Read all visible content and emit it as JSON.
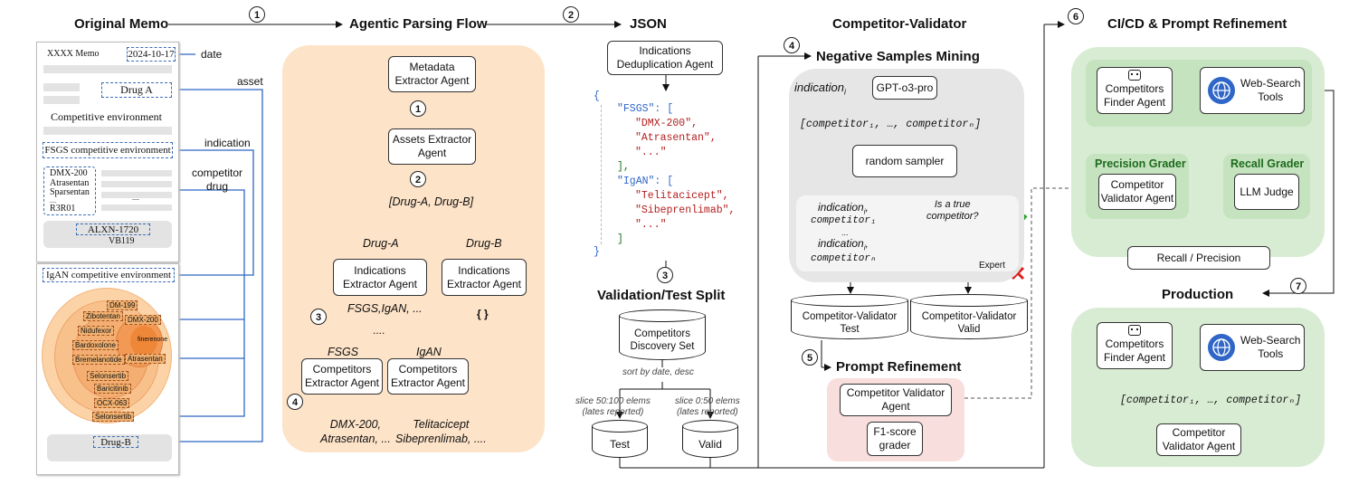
{
  "titles": {
    "original_memo": "Original Memo",
    "agentic_parsing": "Agentic Parsing Flow",
    "json": "JSON",
    "competitor_validator": "Competitor-Validator",
    "cicd": "CI/CD & Prompt Refinement",
    "production": "Production",
    "negative_mining": "Negative Samples Mining",
    "validation_split": "Validation/Test Split",
    "prompt_refinement": "Prompt Refinement"
  },
  "steps": [
    "1",
    "2",
    "3",
    "4",
    "5",
    "6",
    "7"
  ],
  "memo": {
    "header": "XXXX Memo",
    "date_value": "2024-10-17",
    "date_label": "date",
    "asset_label": "asset",
    "drug_a": "Drug A",
    "competitive_env": "Competitive environment",
    "fsgs_env": "FSGS competitive environment",
    "indication_label": "indication",
    "competitor_drug_label": "competitor\ndrug",
    "drugs": [
      "DMX-200",
      "Atrasentan",
      "Sparsentan",
      "....",
      "R3R01"
    ],
    "dots": "....",
    "alxn": "ALXN-1720",
    "vb": "VB119",
    "igan_env": "IgAN competitive environment",
    "drug_b": "Drug-B",
    "circle_labels": [
      "DM-199",
      "Zibotentan",
      "Nidufexor",
      "DMX-200",
      "finerenone",
      "Bardoxolone",
      "Bremelanotide",
      "Atrasentan",
      "Selonsertib",
      "Baricitinib",
      "OCX-063",
      "Selonsertib"
    ]
  },
  "parsing": {
    "metadata_agent": "Metadata\nExtractor Agent",
    "assets_agent": "Assets Extractor\nAgent",
    "drug_list": "[Drug-A, Drug-B]",
    "drug_a": "Drug-A",
    "drug_b": "Drug-B",
    "indications_agent_a": "Indications\nExtractor Agent",
    "indications_agent_b": "Indications\nExtractor Agent",
    "empty_set": "{ }",
    "indications_list": "FSGS,IgAN, ...",
    "ellipsis": "....",
    "fsgs": "FSGS",
    "igan": "IgAN",
    "competitors_agent_1": "Competitors\nExtractor Agent",
    "competitors_agent_2": "Competitors\nExtractor Agent",
    "result_1": "DMX-200,\nAtrasentan, ...",
    "result_2": "Telitacicept\nSibeprenlimab, ...."
  },
  "json_block": {
    "dedup_agent": "Indications\nDeduplication Agent",
    "open_brace": "{",
    "fsgs_key": "\"FSGS\": [",
    "fsgs_items": [
      "\"DMX-200\",",
      "\"Atrasentan\",",
      "\"...\""
    ],
    "close_fsgs": "],",
    "igan_key": "\"IgAN\": [",
    "igan_items": [
      "\"Telitacicept\",",
      "\"Sibeprenlimab\",",
      "\"...\""
    ],
    "close_igan": "]",
    "close_brace": "}"
  },
  "split": {
    "discovery_set": "Competitors\nDiscovery Set",
    "sort_label": "sort by date, desc",
    "slice_test": "slice 50:100 elems\n(lates reported)",
    "slice_valid": "slice 0:50 elems\n(lates reported)",
    "test": "Test",
    "valid": "Valid"
  },
  "mining": {
    "indication_i": "indication",
    "gpt": "GPT-o3-pro",
    "competitor_list": "[competitor₁, …, competitorₙ]",
    "random_sampler": "random sampler",
    "indication_1": "indication",
    "competitor_1": "competitor₁",
    "question": "Is a true\ncompetitor?",
    "dots": "...",
    "indication_n": "indication",
    "competitor_n": "competitorₙ",
    "expert": "Expert",
    "cv_test": "Competitor-Validator\nTest",
    "cv_valid": "Competitor-Validator\nValid",
    "cv_agent": "Competitor Validator\nAgent",
    "f1_grader": "F1-score\ngrader"
  },
  "cicd": {
    "finder_agent": "Competitors\nFinder Agent",
    "web_search": "Web-Search\nTools",
    "precision_grader": "Precision Grader",
    "recall_grader": "Recall Grader",
    "validator_agent": "Competitor\nValidator Agent",
    "llm_judge": "LLM Judge",
    "recall_precision": "Recall / Precision"
  },
  "production": {
    "finder_agent": "Competitors\nFinder Agent",
    "web_search": "Web-Search\nTools",
    "competitor_list": "[competitor₁, …, competitorₙ]",
    "validator_agent": "Competitor\nValidator Agent"
  },
  "colors": {
    "orange_panel": "#fde3c8",
    "gray_panel": "#e6e6e6",
    "pink_panel": "#f9dede",
    "green_panel": "#d8ecd3",
    "green_inner": "#c5e3bf",
    "blue_line": "#2f66c7",
    "check": "#2aa52a",
    "cross": "#e11d1d"
  }
}
